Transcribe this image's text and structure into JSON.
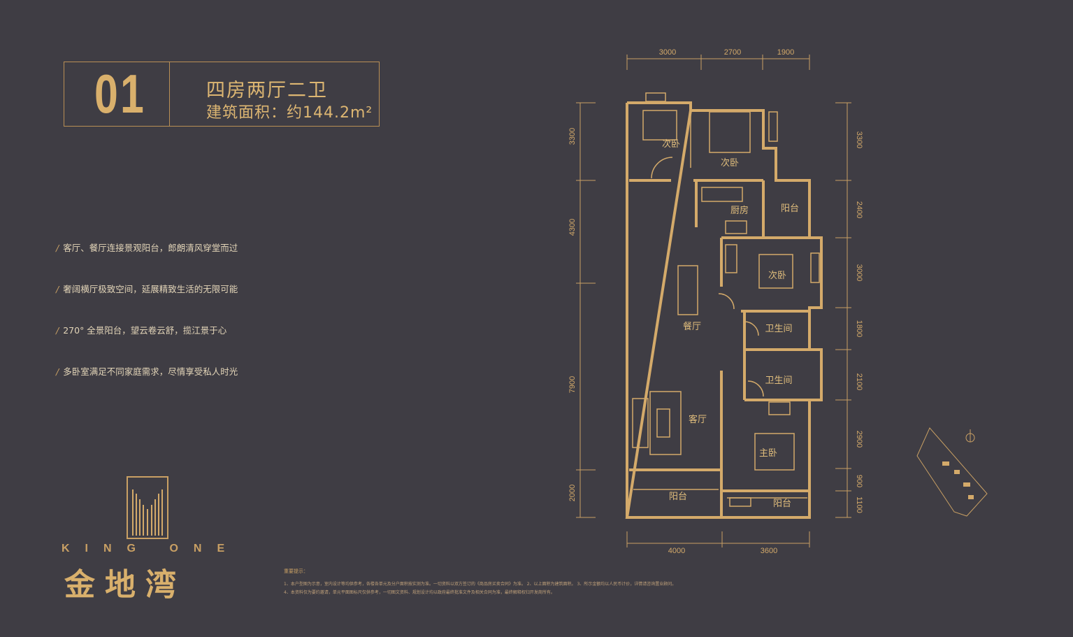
{
  "header": {
    "unit_no": "01",
    "layout": "四房两厅二卫",
    "area": "建筑面积：约144.2m²"
  },
  "features": [
    "客厅、餐厅连接景观阳台，郎朗清风穿堂而过",
    "奢阔横厅极致空间，延展精致生活的无限可能",
    "270° 全景阳台，望云卷云舒，揽江景于心",
    "多卧室满足不同家庭需求，尽情享受私人时光"
  ],
  "logo": {
    "en": "KING ONE",
    "cn": "金地湾"
  },
  "notes": {
    "title": "重要提示：",
    "lines": [
      "1、本户型图为示意，室内设计等均供参考，各楼各单元及分户面积按实测为准。一切资料以双方签订的《商品房买卖合同》为准。 2、以上面积为建筑面积。 3、所示金额均以人民币计价，详情请咨询置业顾问。",
      "4、本资料仅为要约邀请，单元平面图标尺仅供参考，一切图文资料、规划设计均以政府最终批准文件及相关合同为准，最终解释权归开发商所有。"
    ]
  },
  "dimensions": {
    "top": [
      "3000",
      "2700",
      "1900"
    ],
    "bottom": [
      "4000",
      "3600"
    ],
    "left": [
      "3300",
      "4300",
      "7900",
      "2000"
    ],
    "right": [
      "3300",
      "2400",
      "3000",
      "1800",
      "2100",
      "2900",
      "900",
      "1100"
    ]
  },
  "rooms": {
    "bedroom_a": "次卧",
    "bedroom_b": "次卧",
    "kitchen": "厨房",
    "balcony_kitchen": "阳台",
    "bedroom_c": "次卧",
    "dining": "餐厅",
    "bath_1": "卫生间",
    "bath_2": "卫生间",
    "living": "客厅",
    "master": "主卧",
    "balcony_living": "阳台",
    "balcony_master": "阳台"
  },
  "colors": {
    "background": "#3f3d44",
    "gold": "#d4aa6a"
  }
}
